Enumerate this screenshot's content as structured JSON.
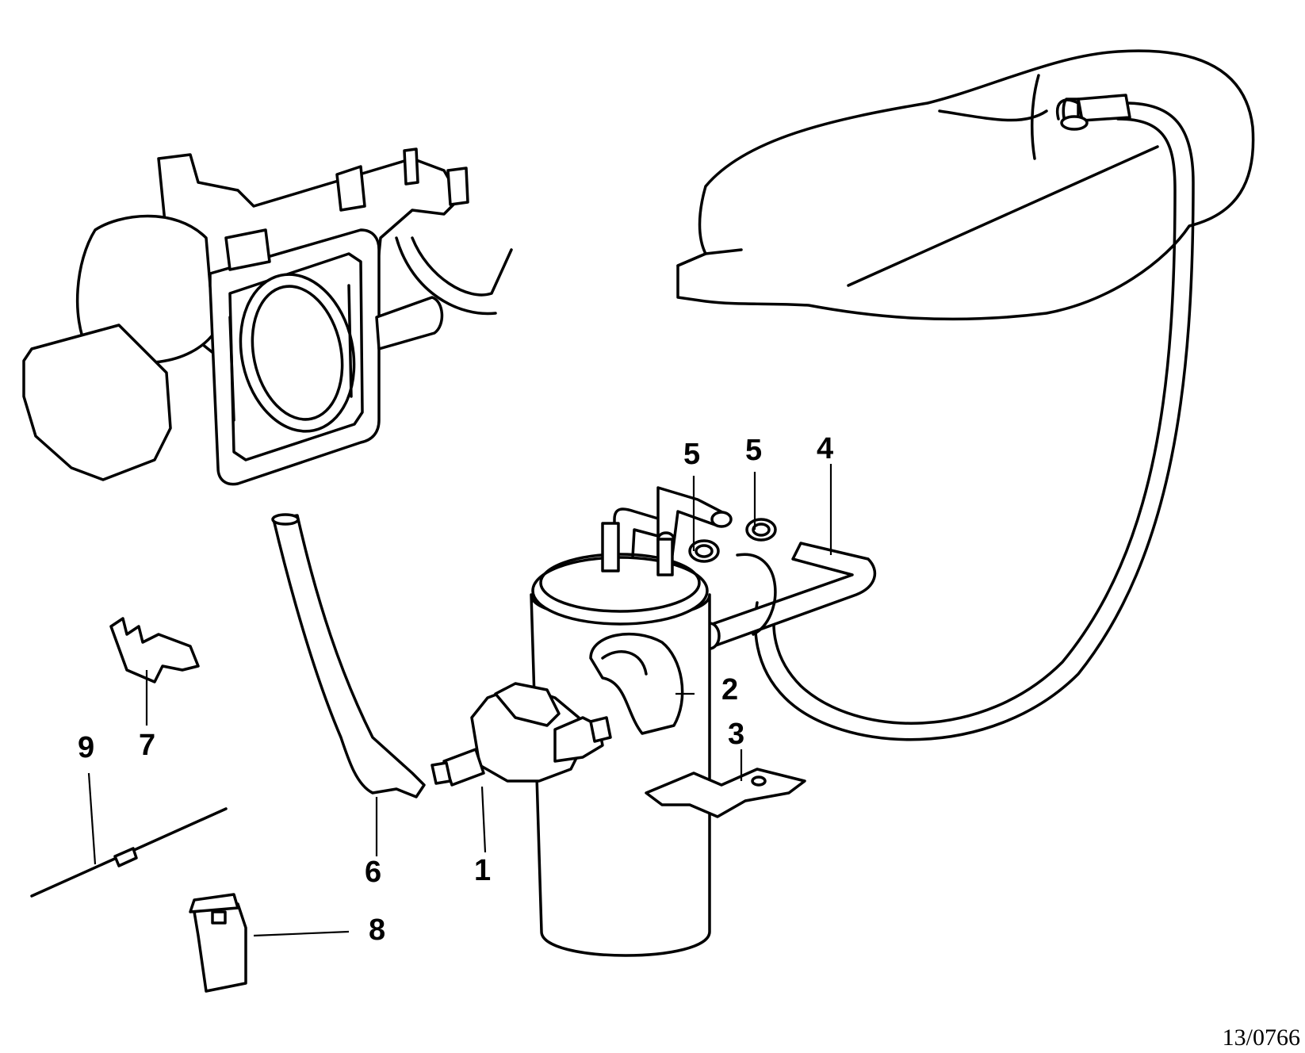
{
  "callouts": {
    "c1": "1",
    "c2": "2",
    "c3": "3",
    "c4": "4",
    "c5a": "5",
    "c5b": "5",
    "c6": "6",
    "c7": "7",
    "c8": "8",
    "c9": "9"
  },
  "reference": "13/0766",
  "colors": {
    "ink": "#000000",
    "paper": "#ffffff"
  }
}
